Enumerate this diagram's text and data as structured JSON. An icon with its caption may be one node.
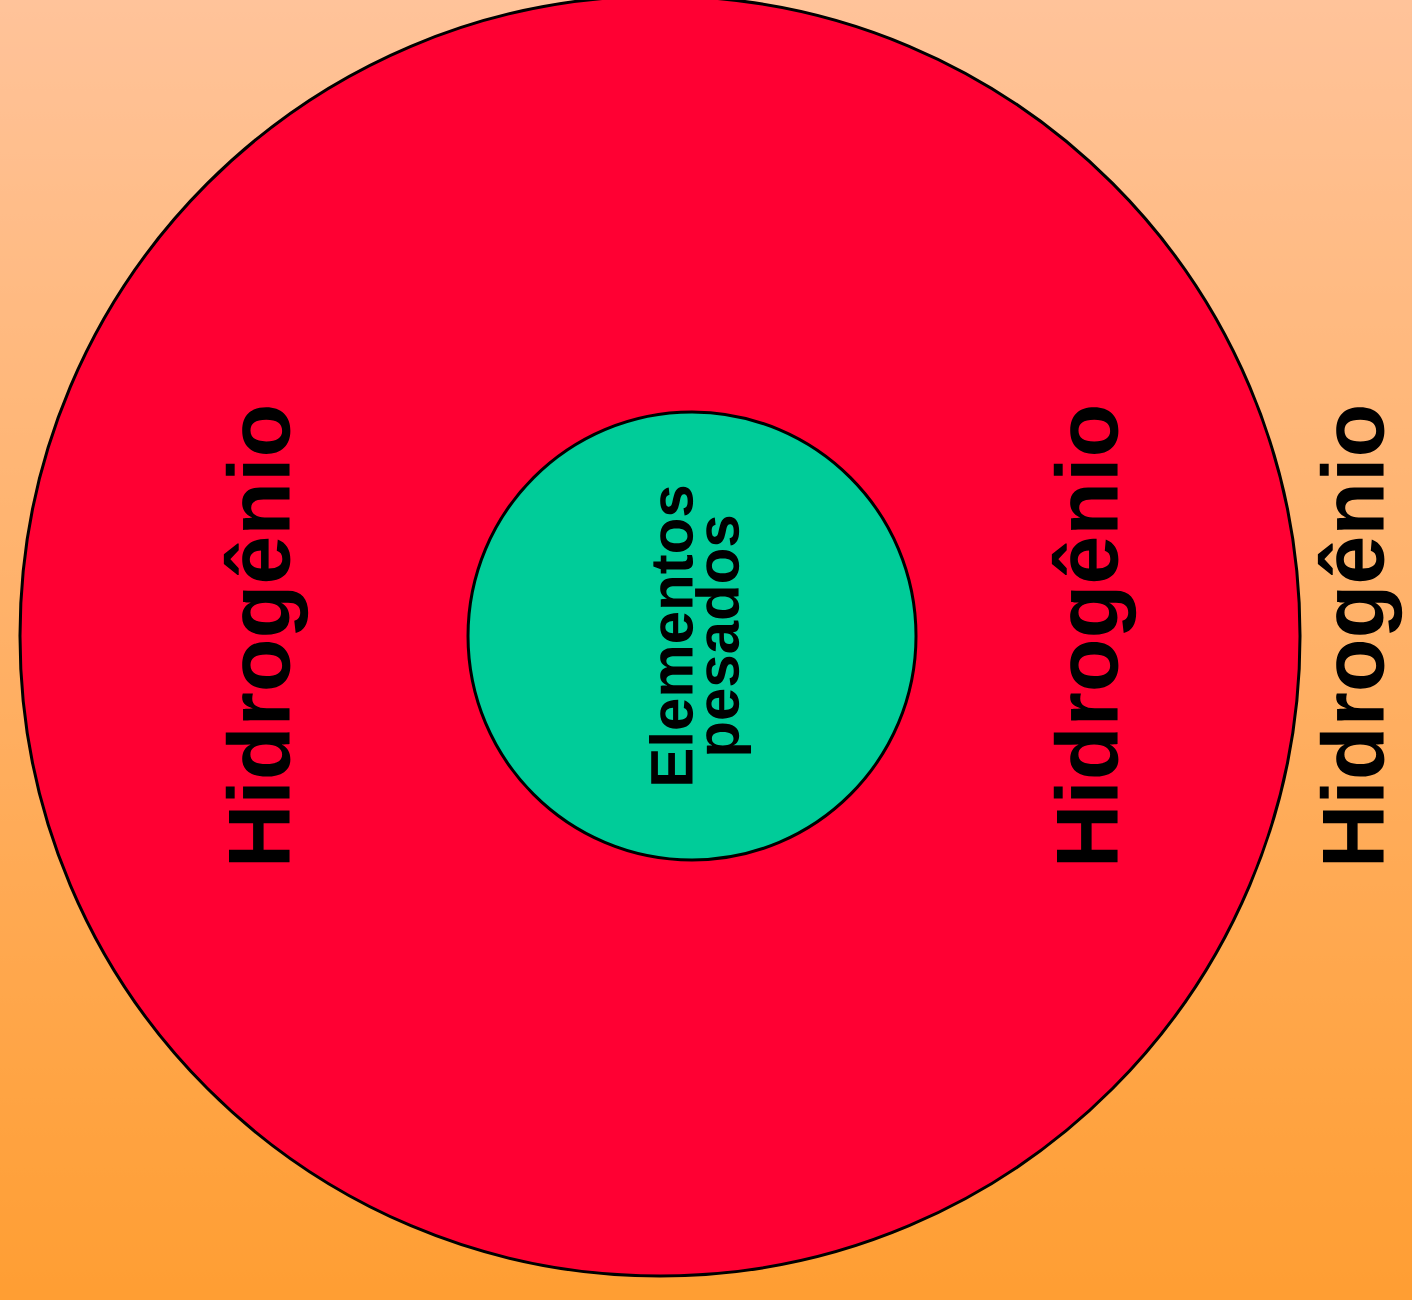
{
  "diagram": {
    "nodes": [
      {
        "text": [
          "Hidrogênio",
          "Hidrogênio"
        ]
      },
      {
        "text": [
          "Elementos pesados"
        ],
        "in": 0
      }
    ],
    "labels": [
      "Hidrogênio"
    ]
  }
}
